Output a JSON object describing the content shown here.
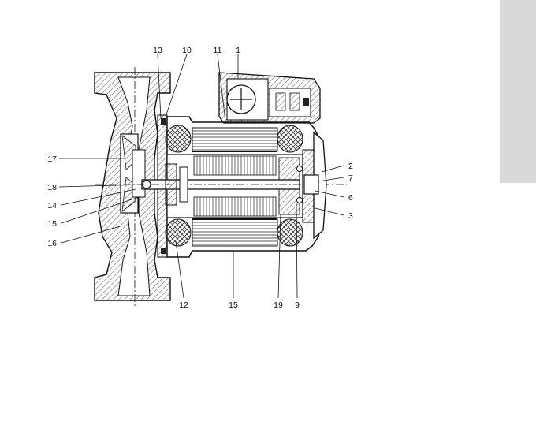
{
  "figure": {
    "callouts": [
      {
        "id": "c13",
        "label": "13"
      },
      {
        "id": "c10",
        "label": "10"
      },
      {
        "id": "c11",
        "label": "11"
      },
      {
        "id": "c1",
        "label": "1"
      },
      {
        "id": "c2",
        "label": "2"
      },
      {
        "id": "c7",
        "label": "7"
      },
      {
        "id": "c6",
        "label": "6"
      },
      {
        "id": "c3",
        "label": "3"
      },
      {
        "id": "c17",
        "label": "17"
      },
      {
        "id": "c18",
        "label": "18"
      },
      {
        "id": "c14",
        "label": "14"
      },
      {
        "id": "c15a",
        "label": "15"
      },
      {
        "id": "c16",
        "label": "16"
      },
      {
        "id": "c12",
        "label": "12"
      },
      {
        "id": "c15b",
        "label": "15"
      },
      {
        "id": "c19",
        "label": "19"
      },
      {
        "id": "c9",
        "label": "9"
      }
    ]
  }
}
